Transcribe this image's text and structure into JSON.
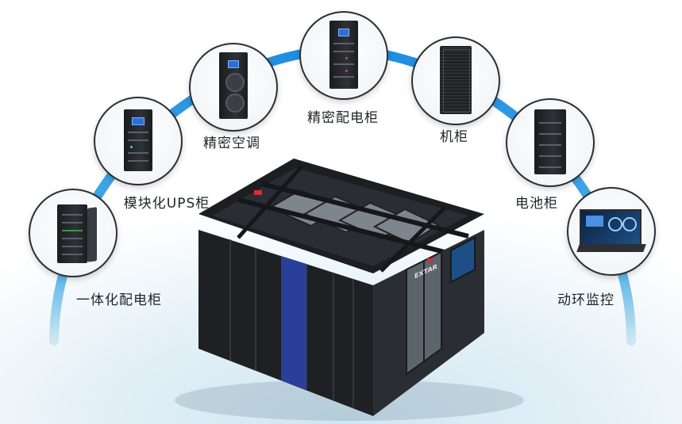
{
  "nodes": [
    {
      "label": "一体化配电柜",
      "icon": "integrated-pdu-cabinet-icon"
    },
    {
      "label": "模块化UPS柜",
      "icon": "modular-ups-cabinet-icon"
    },
    {
      "label": "精密空调",
      "icon": "precision-ac-icon"
    },
    {
      "label": "精密配电柜",
      "icon": "precision-pdu-cabinet-icon"
    },
    {
      "label": "机柜",
      "icon": "rack-cabinet-icon"
    },
    {
      "label": "电池柜",
      "icon": "battery-cabinet-icon"
    },
    {
      "label": "动环监控",
      "icon": "environment-monitor-icon"
    }
  ],
  "product": {
    "badge": "EXTAR",
    "icon": "micro-data-center-icon"
  },
  "colors": {
    "arc": "#2a9de0",
    "node_border": "#2c2f33",
    "cabinet": "#1e2024",
    "door_accent": "#2a3f9a"
  }
}
